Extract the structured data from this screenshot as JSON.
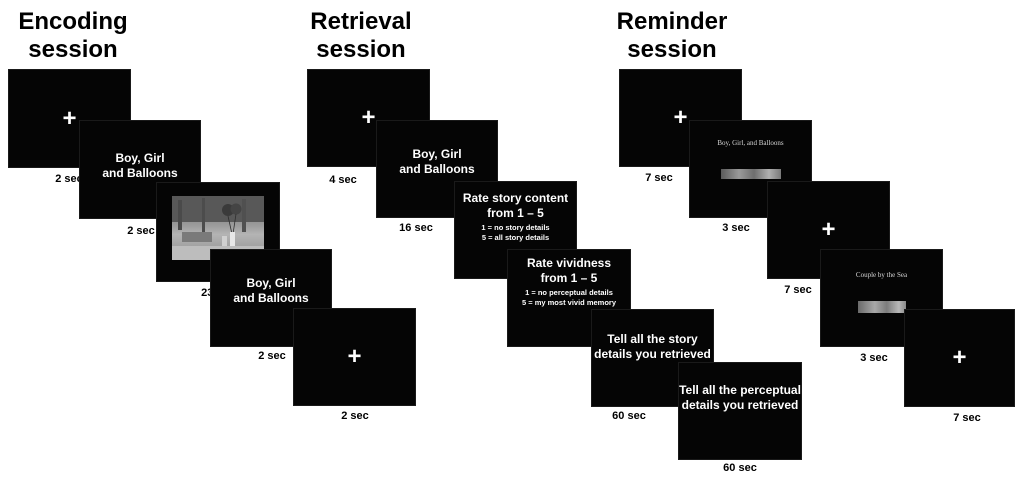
{
  "sessions": {
    "encoding": {
      "heading_line1": "Encoding",
      "heading_line2": "session",
      "title_screen": {
        "line1": "Boy, Girl",
        "line2": "and Balloons"
      },
      "title_screen_repeat": {
        "line1": "Boy, Girl",
        "line2": "and Balloons"
      },
      "fixation_symbol": "+",
      "fixation_end_symbol": "+",
      "durations": [
        "2 sec",
        "2 sec",
        "23 sec",
        "2 sec",
        "2 sec"
      ]
    },
    "retrieval": {
      "heading_line1": "Retrieval",
      "heading_line2": "session",
      "fixation_symbol": "+",
      "title_screen": {
        "line1": "Boy, Girl",
        "line2": "and Balloons"
      },
      "rate_content": {
        "line1": "Rate story content",
        "line2": "from 1 – 5",
        "scale_low": "1 = no story details",
        "scale_high": "5 = all story details"
      },
      "rate_vividness": {
        "line1": "Rate  vividness",
        "line2": "from 1 – 5",
        "scale_low": "1 = no perceptual details",
        "scale_high": "5 = my most vivid memory"
      },
      "tell_story": {
        "line1": "Tell all the story",
        "line2": "details you retrieved"
      },
      "tell_perceptual": {
        "line1": "Tell all the perceptual",
        "line2": "details you retrieved"
      },
      "durations": [
        "4 sec",
        "16 sec",
        "60 sec",
        "60 sec"
      ]
    },
    "reminder": {
      "heading_line1": "Reminder",
      "heading_line2": "session",
      "fixation_symbol": "+",
      "fixation_mid_symbol": "+",
      "fixation_end_symbol": "+",
      "clip_title_1": "Boy, Girl, and Balloons",
      "clip_title_2": "Couple by the Sea",
      "durations": [
        "7 sec",
        "3 sec",
        "7 sec",
        "3 sec",
        "7 sec"
      ]
    }
  }
}
